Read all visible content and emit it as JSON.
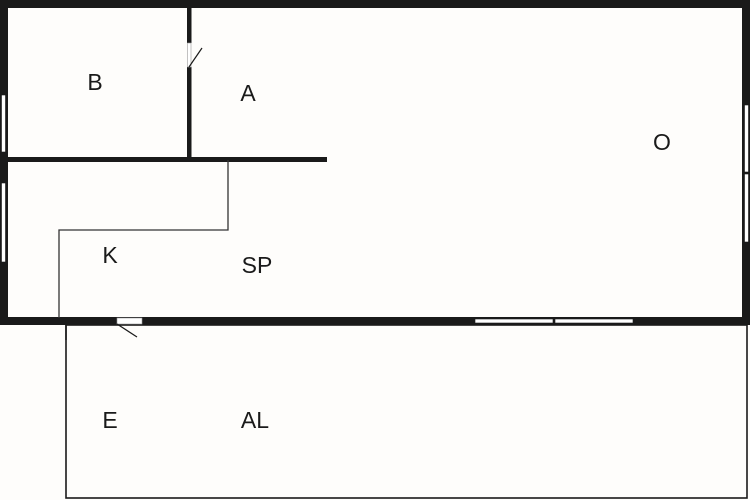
{
  "plan": {
    "rooms": [
      {
        "id": "B",
        "label": "B"
      },
      {
        "id": "A",
        "label": "A"
      },
      {
        "id": "O",
        "label": "O"
      },
      {
        "id": "K",
        "label": "K"
      },
      {
        "id": "SP",
        "label": "SP"
      },
      {
        "id": "E",
        "label": "E"
      },
      {
        "id": "AL",
        "label": "AL"
      }
    ],
    "colors": {
      "wall": "#1a1a1a",
      "background": "#fefdfb",
      "window": "#ffffff"
    }
  }
}
